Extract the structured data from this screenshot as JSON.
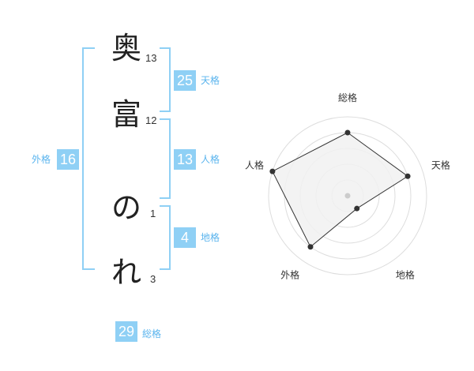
{
  "name": {
    "characters": [
      "奥",
      "富",
      "の",
      "れ"
    ],
    "strokes": [
      "13",
      "12",
      "1",
      "3"
    ]
  },
  "fortunes": {
    "tenkaku": {
      "value": "25",
      "label": "天格"
    },
    "jinkaku": {
      "value": "13",
      "label": "人格"
    },
    "chikaku": {
      "value": "4",
      "label": "地格"
    },
    "gaikaku": {
      "value": "16",
      "label": "外格"
    },
    "soukaku": {
      "value": "29",
      "label": "総格"
    }
  },
  "radar": {
    "axis_labels": [
      "総格",
      "天格",
      "地格",
      "外格",
      "人格"
    ],
    "levels": 5,
    "values": [
      4,
      4,
      1,
      4,
      5
    ],
    "max": 5,
    "colors": {
      "grid": "#dddddd",
      "fill": "#f1f1f1",
      "stroke": "#333333",
      "point": "#333333",
      "center": "#cccccc"
    }
  }
}
